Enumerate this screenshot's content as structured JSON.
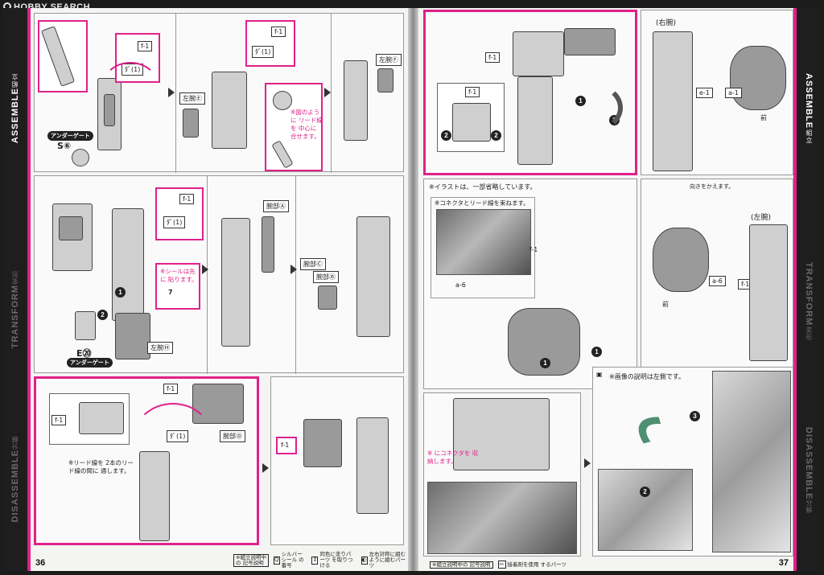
{
  "watermark": "HOBBY SEARCH",
  "left_page": {
    "page_number": "36",
    "side_tabs": [
      {
        "label": "ASSEMBLE",
        "sub": "組立",
        "state": "active"
      },
      {
        "label": "TRANSFORM",
        "sub": "変形",
        "state": "dim"
      },
      {
        "label": "DISASSEMBLE",
        "sub": "分解",
        "state": "dim"
      }
    ],
    "panel1": {
      "tag_f1": "f-1",
      "tag_b1": "ﾀﾞ(1)",
      "under_gate": "アンダーゲート",
      "part_s": "S⑥",
      "tag_f1b": "f-1",
      "tag_b1b": "ﾀﾞ(1)",
      "left_arm_e": "左腕Ⓔ",
      "note": "※図のように リード線を 中心に 合せます。",
      "left_arm_f": "左腕Ⓕ"
    },
    "panel2": {
      "tag_f1": "f-1",
      "tag_b1": "ﾀﾞ(1)",
      "note": "※シールは先に 貼ります。",
      "sticker": "7",
      "part_e": "E⑳",
      "under_gate": "アンダーゲート",
      "left_arm_h": "左腕Ⓗ",
      "arm_a": "腕部Ⓐ",
      "arm_c": "腕部Ⓒ",
      "arm_b": "腕部Ⓑ"
    },
    "panel3": {
      "tag_f1a": "f-1",
      "tag_f1b": "f-1",
      "tag_b1": "ﾀﾞ(1)",
      "arm_d": "腕部Ⓓ",
      "note": "※リード線を 2本のリード線の間に 通します。",
      "tag_f1c": "f-1"
    },
    "legend": [
      {
        "text": "※組立説明中の 記号説明",
        "type": "box"
      },
      {
        "text": "シルバーシール の番号",
        "type": "icon",
        "icon": "Q"
      },
      {
        "text": "同色に塗りパーツ を取りつける",
        "type": "icon",
        "icon": "↕"
      },
      {
        "text": "左右対称に組む ように組むパーツ",
        "type": "icon",
        "icon": "◐"
      }
    ]
  },
  "right_page": {
    "page_number": "37",
    "side_tabs": [
      {
        "label": "ASSEMBLE",
        "sub": "組立",
        "state": "active"
      },
      {
        "label": "TRANSFORM",
        "sub": "変形",
        "state": "dim"
      },
      {
        "label": "DISASSEMBLE",
        "sub": "分解",
        "state": "dim"
      }
    ],
    "panel1": {
      "tag_f1a": "f-1",
      "tag_f1b": "f-1"
    },
    "panel2": {
      "title": "(右腕)",
      "tag_e1": "e-1",
      "tag_a1": "a-1",
      "front": "前",
      "flip_note": "向きをかえます。"
    },
    "panel3": {
      "title": "※イラストは、一部省略しています。",
      "photo_note": "※コネクタとリード線を束ねます。",
      "tag_f1": "f-1",
      "tag_a6": "a-6",
      "note2": "※ にコネクタを 収納します。"
    },
    "panel4": {
      "title": "(左腕)",
      "tag_a6": "a-6",
      "tag_f1": "f-1",
      "front": "前"
    },
    "panel5": {
      "note": "※画像の説明は左側です。"
    },
    "legend": [
      {
        "text": "※組立説明中の 記号説明",
        "type": "box"
      },
      {
        "text": "接着剤を使用 するパーツ",
        "type": "icon",
        "icon": "✂"
      }
    ]
  }
}
